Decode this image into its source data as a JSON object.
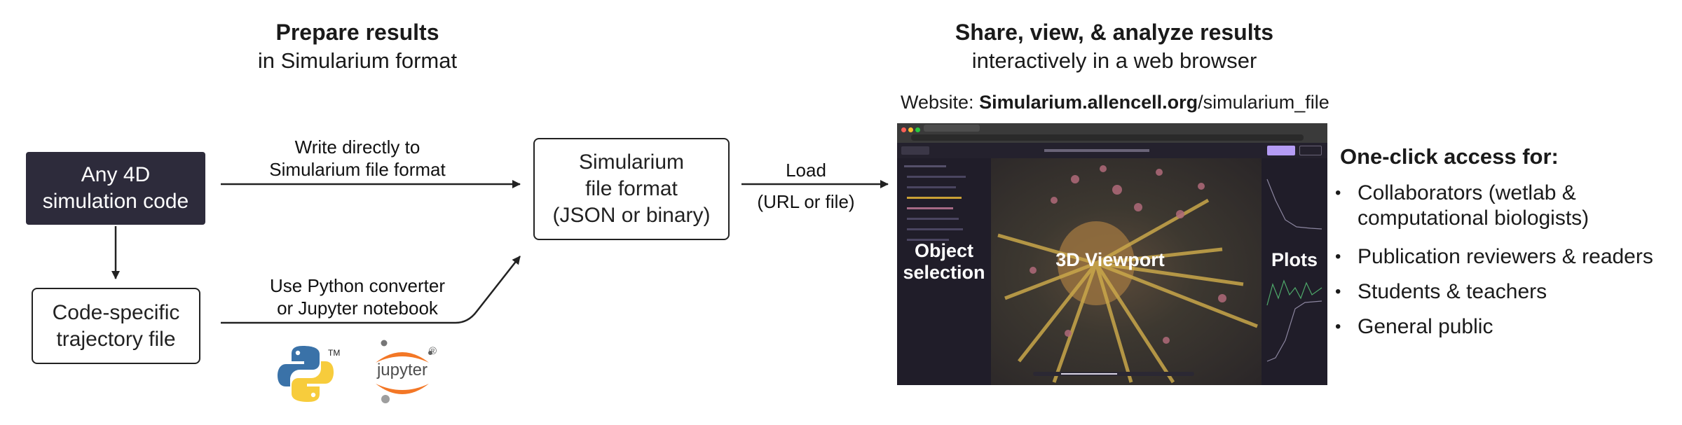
{
  "left_header": {
    "title": "Prepare results",
    "subtitle": "in Simularium format"
  },
  "right_header": {
    "title": "Share, view, & analyze results",
    "subtitle": "interactively in a web browser"
  },
  "website": {
    "prefix": "Website: ",
    "domain": "Simularium.allencell.org",
    "path": "/simularium_file"
  },
  "nodes": {
    "sim_code": [
      "Any 4D",
      "simulation code"
    ],
    "traj_file": [
      "Code-specific",
      "trajectory file"
    ],
    "format": [
      "Simularium",
      "file format",
      "(JSON or binary)"
    ]
  },
  "edges": {
    "write_direct": [
      "Write directly to",
      "Simularium file format"
    ],
    "converter": [
      "Use Python converter",
      "or Jupyter notebook"
    ],
    "load": "Load",
    "load_sub": "(URL or file)"
  },
  "logos": {
    "python_tm": "TM",
    "jupyter": "jupyter",
    "jupyter_reg": "®"
  },
  "viewer": {
    "object_selection": [
      "Object",
      "selection"
    ],
    "viewport": "3D Viewport",
    "plots": "Plots"
  },
  "access": {
    "title": "One-click access for:",
    "items": [
      [
        "Collaborators (wetlab &",
        "computational biologists)"
      ],
      [
        "Publication reviewers & readers"
      ],
      [
        "Students & teachers"
      ],
      [
        "General public"
      ]
    ]
  },
  "colors": {
    "dark_box": "#2d2b3b",
    "python_blue": "#3a72a8",
    "python_yellow": "#f7cc3c",
    "jupyter_orange": "#f37726"
  }
}
